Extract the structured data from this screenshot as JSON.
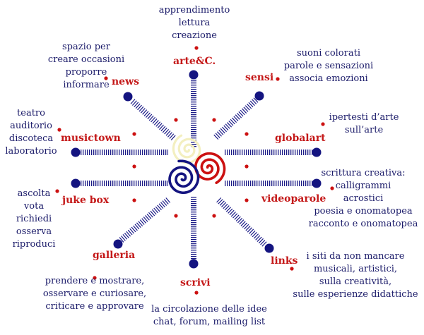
{
  "nav": {
    "arte": "arte&C.",
    "sensi": "sensi",
    "globalart": "globalart",
    "videoparole": "videoparole",
    "links": "links",
    "scrivi": "scrivi",
    "galleria": "galleria",
    "jukebox": "juke box",
    "musictown": "musictown",
    "news": "news"
  },
  "desc": {
    "arte": [
      "apprendimento",
      "lettura",
      "creazione"
    ],
    "sensi": [
      "suoni colorati",
      "parole e sensazioni",
      "associa emozioni"
    ],
    "globalart": [
      "ipertesti d’arte",
      "sull’arte"
    ],
    "videoparole": [
      "scrittura creativa:",
      "calligrammi",
      "acrostici",
      "poesia e onomatopea",
      "racconto e onomatopea"
    ],
    "links": [
      "i siti da non mancare",
      "musicali, artistici,",
      "sulla creatività,",
      "sulle esperienze didattiche"
    ],
    "scrivi": [
      "la  circolazione delle idee",
      "chat,  forum,  mailing list"
    ],
    "galleria": [
      "prendere e mostrare,",
      "osservare e curiosare,",
      "criticare e approvare"
    ],
    "jukebox": [
      "ascolta",
      "vota",
      "richiedi",
      "osserva",
      "riproduci"
    ],
    "musictown": [
      "teatro",
      "auditorio",
      "discoteca",
      "laboratorio"
    ],
    "news": [
      "spazio per",
      "creare occasioni",
      "proporre",
      "informare"
    ]
  },
  "colors": {
    "ink": "#1c1c6a",
    "label": "#c41818",
    "node": "#141480",
    "dot": "#cc1111",
    "spiral_cream": "#f3efc0"
  }
}
